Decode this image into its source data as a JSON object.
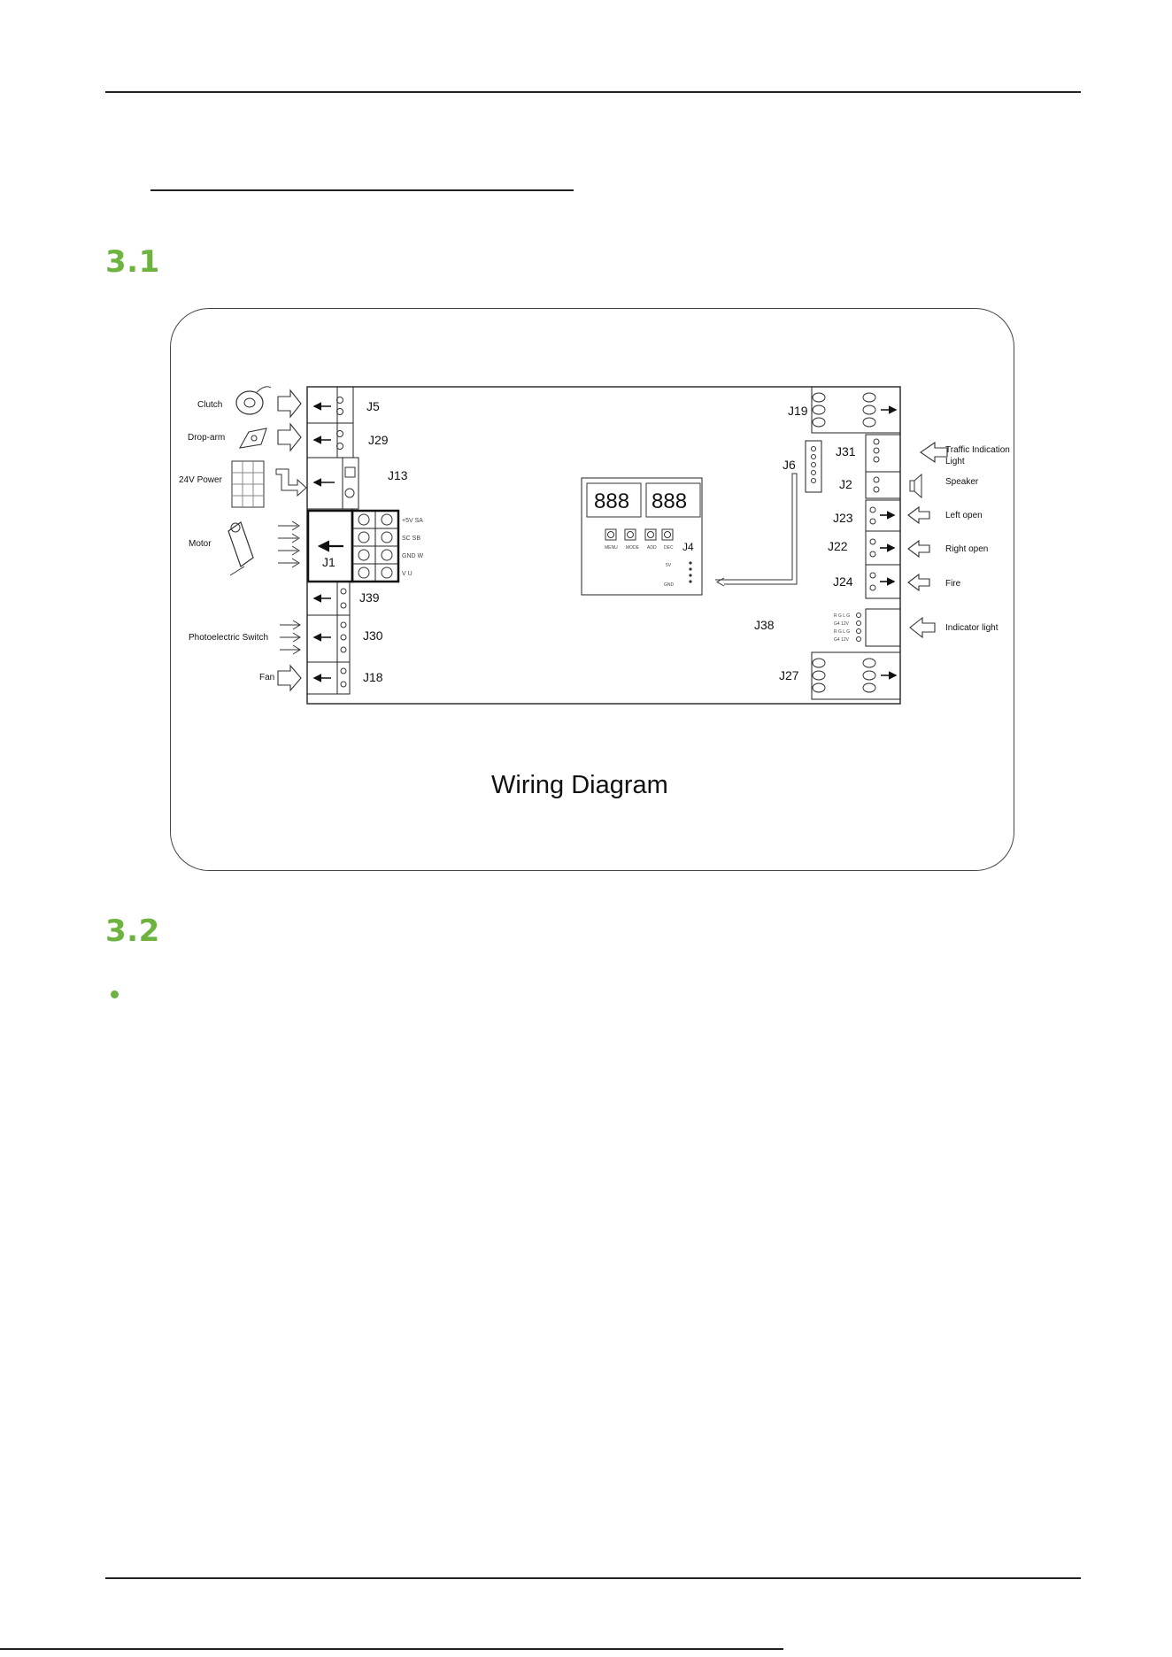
{
  "sections": {
    "s31": {
      "number": "3.1"
    },
    "s32": {
      "number": "3.2"
    }
  },
  "diagram": {
    "caption": "Wiring Diagram",
    "left_labels": {
      "clutch": "Clutch",
      "drop_arm": "Drop-arm",
      "power": "24V Power",
      "motor": "Motor",
      "photo": "Photoelectric Switch",
      "fan": "Fan"
    },
    "right_labels": {
      "traffic_1": "Traffic Indication",
      "traffic_2": "Light",
      "speaker": "Speaker",
      "left_open": "Left open",
      "right_open": "Right open",
      "fire": "Fire",
      "indicator": "Indicator light"
    },
    "connectors": {
      "j5": "J5",
      "j29": "J29",
      "j13": "J13",
      "j1": "J1",
      "j39": "J39",
      "j30": "J30",
      "j18": "J18",
      "j19": "J19",
      "j6": "J6",
      "j31": "J31",
      "j2": "J2",
      "j23": "J23",
      "j22": "J22",
      "j24": "J24",
      "j38": "J38",
      "j27": "J27",
      "j4": "J4"
    },
    "motor_pins": {
      "r1": "+5V SA",
      "r2": "SC  SB",
      "r3": "GND W",
      "r4": "V     U"
    },
    "display": {
      "left": "888",
      "right": "888",
      "buttons": [
        "MENU",
        "MODE",
        "ADD",
        "DEC"
      ],
      "j4_pins_top": "5V",
      "j4_pins_bottom": "GND"
    },
    "j38_pins": [
      "R G L G",
      "G4 12V",
      "R G L G",
      "G4 12V"
    ]
  }
}
